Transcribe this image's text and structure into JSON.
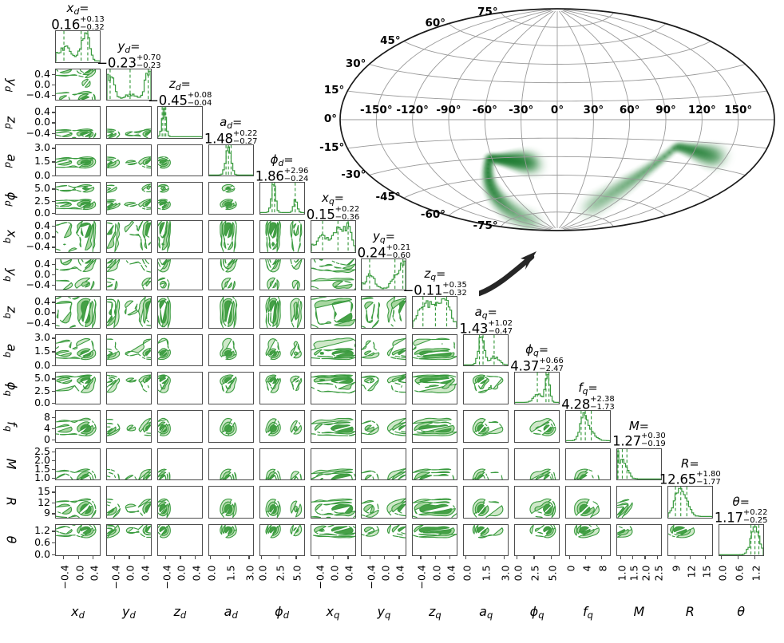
{
  "figure": {
    "type": "corner-plot-with-sky-projection",
    "colors": {
      "contour_line": "#3a9b3f",
      "contour_fill_light": "#cfe8c9",
      "contour_fill_mid": "#a7d6a0",
      "contour_fill_dark": "#46a046",
      "hist_line": "#3a9b3f",
      "quantile_line": "#3a9b3f",
      "axis": "#4d4d4d",
      "map_outline": "#1a1a1a",
      "map_grid": "#9a9a9a",
      "map_density": "#1a7a2e",
      "arrow": "#262626"
    }
  },
  "corner": {
    "params": [
      {
        "key": "x_d",
        "name": "x",
        "sub": "d",
        "title_value": "0.16",
        "err_up": "+0.13",
        "err_dn": "−0.32",
        "ticks": [
          "−0.4",
          "0.0",
          "0.4"
        ],
        "range": [
          -0.62,
          0.62
        ],
        "tickvals": [
          -0.4,
          0.0,
          0.4
        ]
      },
      {
        "key": "y_d",
        "name": "y",
        "sub": "d",
        "title_value": "−0.23",
        "err_up": "+0.70",
        "err_dn": "−0.23",
        "ticks": [
          "−0.4",
          "0.0",
          "0.4"
        ],
        "range": [
          -0.62,
          0.62
        ],
        "tickvals": [
          -0.4,
          0.0,
          0.4
        ]
      },
      {
        "key": "z_d",
        "name": "z",
        "sub": "d",
        "title_value": "−0.45",
        "err_up": "+0.08",
        "err_dn": "−0.04",
        "ticks": [
          "−0.4",
          "0.0",
          "0.4"
        ],
        "range": [
          -0.62,
          0.62
        ],
        "tickvals": [
          -0.4,
          0.0,
          0.4
        ]
      },
      {
        "key": "a_d",
        "name": "a",
        "sub": "d",
        "title_value": "1.48",
        "err_up": "+0.22",
        "err_dn": "−0.27",
        "ticks": [
          "0.0",
          "1.5",
          "3.0"
        ],
        "range": [
          -0.15,
          3.4
        ],
        "tickvals": [
          0.0,
          1.5,
          3.0
        ]
      },
      {
        "key": "phi_d",
        "name": "ϕ",
        "sub": "d",
        "title_value": "1.86",
        "err_up": "+2.96",
        "err_dn": "−0.24",
        "ticks": [
          "0.0",
          "2.5",
          "5.0"
        ],
        "range": [
          -0.3,
          6.3
        ],
        "tickvals": [
          0.0,
          2.5,
          5.0
        ]
      },
      {
        "key": "x_q",
        "name": "x",
        "sub": "q",
        "title_value": "0.15",
        "err_up": "+0.22",
        "err_dn": "−0.36",
        "ticks": [
          "−0.4",
          "0.0",
          "0.4"
        ],
        "range": [
          -0.62,
          0.62
        ],
        "tickvals": [
          -0.4,
          0.0,
          0.4
        ]
      },
      {
        "key": "y_q",
        "name": "y",
        "sub": "q",
        "title_value": "0.24",
        "err_up": "+0.21",
        "err_dn": "−0.60",
        "ticks": [
          "−0.4",
          "0.0",
          "0.4"
        ],
        "range": [
          -0.62,
          0.62
        ],
        "tickvals": [
          -0.4,
          0.0,
          0.4
        ]
      },
      {
        "key": "z_q",
        "name": "z",
        "sub": "q",
        "title_value": "−0.11",
        "err_up": "+0.35",
        "err_dn": "−0.32",
        "ticks": [
          "−0.4",
          "0.0",
          "0.4"
        ],
        "range": [
          -0.62,
          0.62
        ],
        "tickvals": [
          -0.4,
          0.0,
          0.4
        ]
      },
      {
        "key": "a_q",
        "name": "a",
        "sub": "q",
        "title_value": "1.43",
        "err_up": "+1.02",
        "err_dn": "−0.47",
        "ticks": [
          "0.0",
          "1.5",
          "3.0"
        ],
        "range": [
          -0.15,
          3.4
        ],
        "tickvals": [
          0.0,
          1.5,
          3.0
        ]
      },
      {
        "key": "phi_q",
        "name": "ϕ",
        "sub": "q",
        "title_value": "4.37",
        "err_up": "+0.66",
        "err_dn": "−2.47",
        "ticks": [
          "0.0",
          "2.5",
          "5.0"
        ],
        "range": [
          -0.3,
          6.3
        ],
        "tickvals": [
          0.0,
          2.5,
          5.0
        ]
      },
      {
        "key": "f_q",
        "name": "f",
        "sub": "q",
        "title_value": "4.28",
        "err_up": "+2.38",
        "err_dn": "−1.73",
        "ticks": [
          "0",
          "4",
          "8"
        ],
        "range": [
          -1.0,
          10.5
        ],
        "tickvals": [
          0,
          4,
          8
        ]
      },
      {
        "key": "M",
        "name": "M",
        "sub": "",
        "title_value": "1.27",
        "err_up": "+0.30",
        "err_dn": "−0.19",
        "ticks": [
          "1.0",
          "1.5",
          "2.0",
          "2.5"
        ],
        "range": [
          0.85,
          2.7
        ],
        "tickvals": [
          1.0,
          1.5,
          2.0,
          2.5
        ]
      },
      {
        "key": "R",
        "name": "R",
        "sub": "",
        "title_value": "12.65",
        "err_up": "+1.80",
        "err_dn": "−1.77",
        "ticks": [
          "9",
          "12",
          "15"
        ],
        "range": [
          7.6,
          16.6
        ],
        "tickvals": [
          9,
          12,
          15
        ]
      },
      {
        "key": "theta",
        "name": "θ",
        "sub": "",
        "title_value": "1.17",
        "err_up": "+0.22",
        "err_dn": "−0.25",
        "ticks": [
          "0.0",
          "0.6",
          "1.2"
        ],
        "range": [
          -0.1,
          1.55
        ],
        "tickvals": [
          0.0,
          0.6,
          1.2
        ]
      }
    ],
    "title_equals": "="
  },
  "skymap": {
    "projection": "aitoff",
    "lat_labels": [
      "75°",
      "60°",
      "45°",
      "30°",
      "15°",
      "0°",
      "-15°",
      "-30°",
      "-45°",
      "-60°",
      "-75°"
    ],
    "lat_values": [
      75,
      60,
      45,
      30,
      15,
      0,
      -15,
      -30,
      -45,
      -60,
      -75
    ],
    "lon_labels": [
      "-150°",
      "-120°",
      "-90°",
      "-60°",
      "-30°",
      "0°",
      "30°",
      "60°",
      "90°",
      "120°",
      "150°"
    ],
    "lon_values": [
      -150,
      -120,
      -90,
      -60,
      -30,
      0,
      30,
      60,
      90,
      120,
      150
    ],
    "density_blobs": [
      {
        "lon": -62,
        "lat": -44,
        "peak": 1.0
      },
      {
        "lon": 103,
        "lat": -33,
        "peak": 0.72
      }
    ]
  },
  "annotation": {
    "arrow_name": "curved-arrow-to-skymap"
  }
}
